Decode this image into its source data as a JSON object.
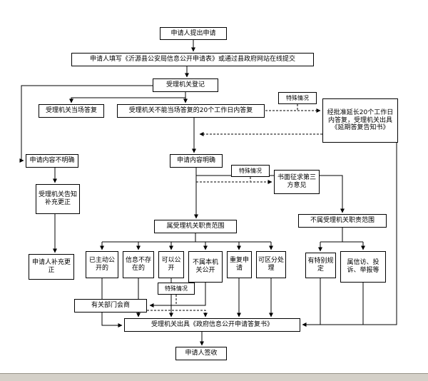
{
  "colors": {
    "line": "#000000",
    "box_border": "#000000",
    "box_fill": "#ffffff",
    "page_bg": "#ffffff",
    "scrollbar": "#d4d0c8"
  },
  "nodes": {
    "submit": {
      "label": "申请人提出申请"
    },
    "fill_form": {
      "label": "申请人填写《沂源县公安局信息公开申请表》或通过县政府网站在线提交"
    },
    "register": {
      "label": "受理机关登记"
    },
    "onsite_reply": {
      "label": "受理机关当场答复"
    },
    "reply_20days": {
      "label": "受理机关不能当场答复的20个工作日内答复"
    },
    "special1": {
      "label": "特殊情况"
    },
    "extension": {
      "label": "经批准延长20个工作日内答复，受理机关出具《延期答复告知书》"
    },
    "unclear": {
      "label": "申请内容不明确"
    },
    "clear": {
      "label": "申请内容明确"
    },
    "special2": {
      "label": "特殊情况"
    },
    "third_party": {
      "label": "书面征求第三方意见"
    },
    "notify_supplement": {
      "label": "受理机关告知补充更正"
    },
    "in_scope": {
      "label": "属受理机关职责范围"
    },
    "out_scope": {
      "label": "不属受理机关职责范围"
    },
    "applicant_supplement": {
      "label": "申请人补充更正"
    },
    "already_public": {
      "label": "已主动公开的"
    },
    "not_exist": {
      "label": "信息不存在的"
    },
    "can_public": {
      "label": "可以公开"
    },
    "not_this_org": {
      "label": "不属本机关公开"
    },
    "repeat_request": {
      "label": "重复申请"
    },
    "divisible": {
      "label": "可区分处理"
    },
    "special_rule": {
      "label": "有特别规定"
    },
    "petition": {
      "label": "属信访、投诉、举报等"
    },
    "special3": {
      "label": "特殊情况"
    },
    "consult": {
      "label": "有关部门会商"
    },
    "reply_doc": {
      "label": "受理机关出具《政府信息公开申请答复书》"
    },
    "sign": {
      "label": "申请人签收"
    }
  },
  "edges": [
    {
      "from": "submit",
      "to": "fill_form",
      "style": "solid"
    },
    {
      "from": "fill_form",
      "to": "register",
      "style": "solid"
    },
    {
      "from": "register",
      "to": "onsite_reply",
      "style": "solid"
    },
    {
      "from": "register",
      "to": "reply_20days",
      "style": "solid"
    },
    {
      "from": "register",
      "to": "unclear",
      "style": "solid"
    },
    {
      "from": "reply_20days",
      "to": "extension",
      "style": "dashed",
      "via": "special1"
    },
    {
      "from": "extension",
      "to": "clear",
      "style": "dashed"
    },
    {
      "from": "reply_20days",
      "to": "clear",
      "style": "solid"
    },
    {
      "from": "unclear",
      "to": "notify_supplement",
      "style": "solid"
    },
    {
      "from": "notify_supplement",
      "to": "applicant_supplement",
      "style": "solid"
    },
    {
      "from": "clear",
      "to": "in_scope",
      "style": "solid"
    },
    {
      "from": "clear",
      "to": "out_scope",
      "style": "solid"
    },
    {
      "from": "clear",
      "to": "third_party",
      "style": "dashed",
      "via": "special2"
    },
    {
      "from": "in_scope",
      "to": "already_public",
      "style": "solid"
    },
    {
      "from": "in_scope",
      "to": "not_exist",
      "style": "solid"
    },
    {
      "from": "in_scope",
      "to": "can_public",
      "style": "solid"
    },
    {
      "from": "in_scope",
      "to": "not_this_org",
      "style": "solid"
    },
    {
      "from": "in_scope",
      "to": "repeat_request",
      "style": "solid"
    },
    {
      "from": "in_scope",
      "to": "divisible",
      "style": "solid"
    },
    {
      "from": "out_scope",
      "to": "special_rule",
      "style": "solid"
    },
    {
      "from": "out_scope",
      "to": "petition",
      "style": "solid"
    },
    {
      "from": "not_this_org",
      "to": "consult",
      "style": "solid",
      "via": "special3"
    },
    {
      "from": "consult",
      "to": "reply_doc",
      "style": "dashed"
    },
    {
      "from": "already_public",
      "to": "reply_doc",
      "style": "solid"
    },
    {
      "from": "not_exist",
      "to": "reply_doc",
      "style": "solid"
    },
    {
      "from": "can_public",
      "to": "reply_doc",
      "style": "solid"
    },
    {
      "from": "repeat_request",
      "to": "reply_doc",
      "style": "solid"
    },
    {
      "from": "divisible",
      "to": "reply_doc",
      "style": "solid"
    },
    {
      "from": "special_rule",
      "to": "reply_doc",
      "style": "solid"
    },
    {
      "from": "petition",
      "to": "reply_doc",
      "style": "solid"
    },
    {
      "from": "extension",
      "to": "reply_doc",
      "style": "solid"
    },
    {
      "from": "reply_doc",
      "to": "sign",
      "style": "solid"
    }
  ]
}
